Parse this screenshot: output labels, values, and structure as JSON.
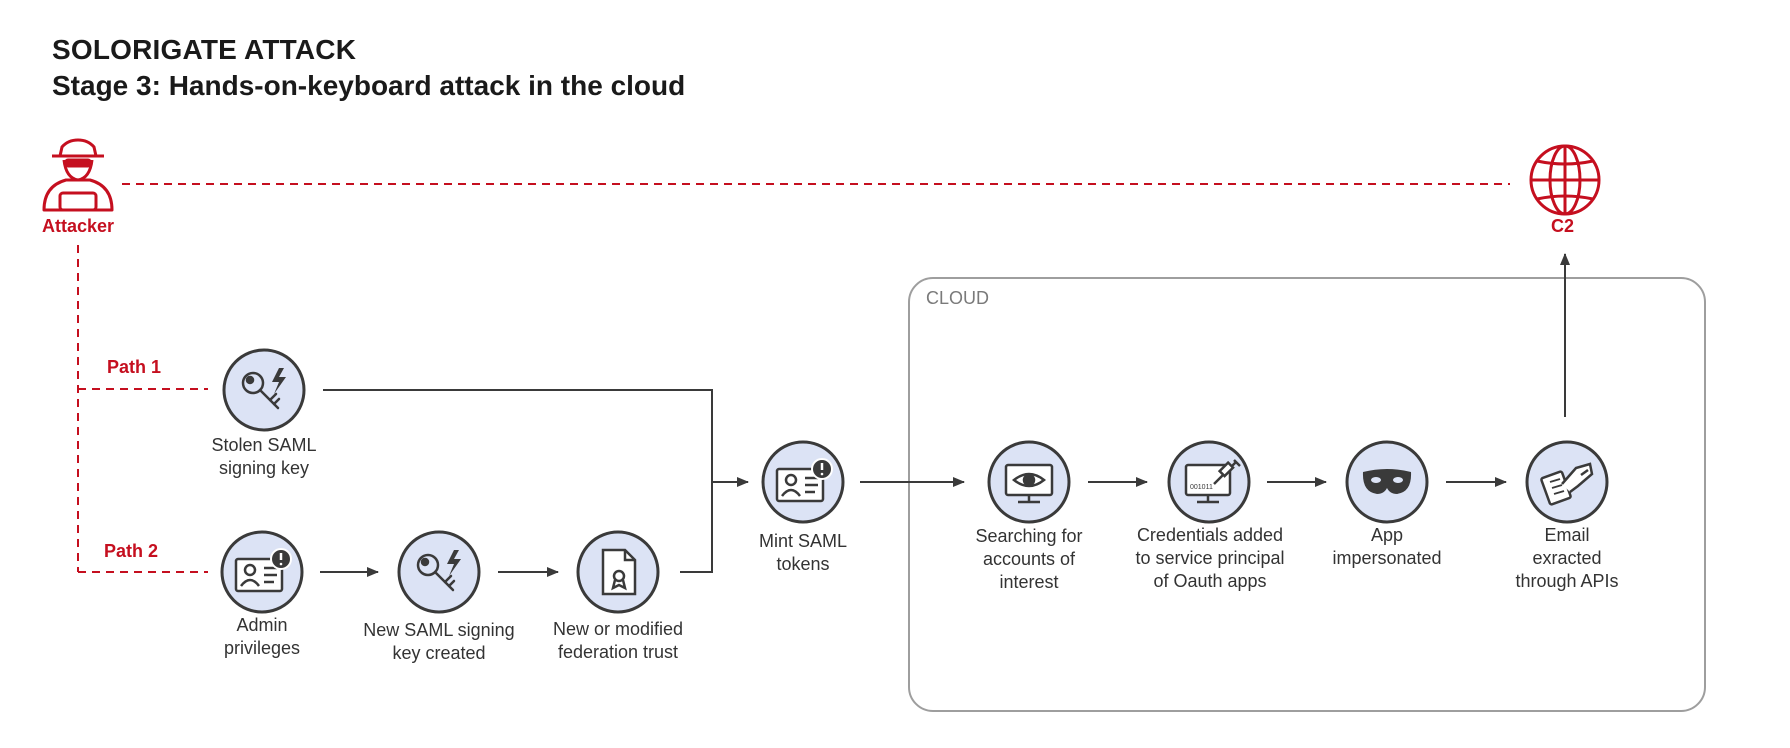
{
  "header": {
    "title": "SOLORIGATE ATTACK",
    "subtitle": "Stage 3: Hands-on-keyboard attack in the cloud"
  },
  "actors": {
    "attacker": "Attacker",
    "c2": "C2"
  },
  "paths": {
    "path1": "Path 1",
    "path2": "Path 2"
  },
  "cloud": {
    "label": "CLOUD"
  },
  "nodes": {
    "stolen_key": "Stolen SAML\nsigning key",
    "admin_priv": "Admin\nprivileges",
    "new_key": "New SAML signing\nkey created",
    "federation": "New or modified\nfederation trust",
    "mint": "Mint SAML\ntokens",
    "search": "Searching for\naccounts of\ninterest",
    "creds": "Credentials added\nto service principal\nof Oauth apps",
    "impersonated": "App\nimpersonated",
    "email": "Email\nexracted\nthrough APIs"
  },
  "icons": {
    "attacker": "hacker-icon",
    "c2": "globe-icon",
    "stolen_key": "key-icon",
    "admin_priv": "id-card-icon",
    "new_key": "key-icon",
    "federation": "certificate-icon",
    "mint": "id-card-icon",
    "search": "monitor-eye-icon",
    "creds": "monitor-syringe-icon",
    "impersonated": "mask-icon",
    "email": "hand-document-icon"
  },
  "colors": {
    "accent_red": "#c50f1f",
    "node_fill": "#dce3f5",
    "node_stroke": "#3a3a3a",
    "line": "#3a3a3a",
    "cloud_border": "#9e9e9e"
  }
}
